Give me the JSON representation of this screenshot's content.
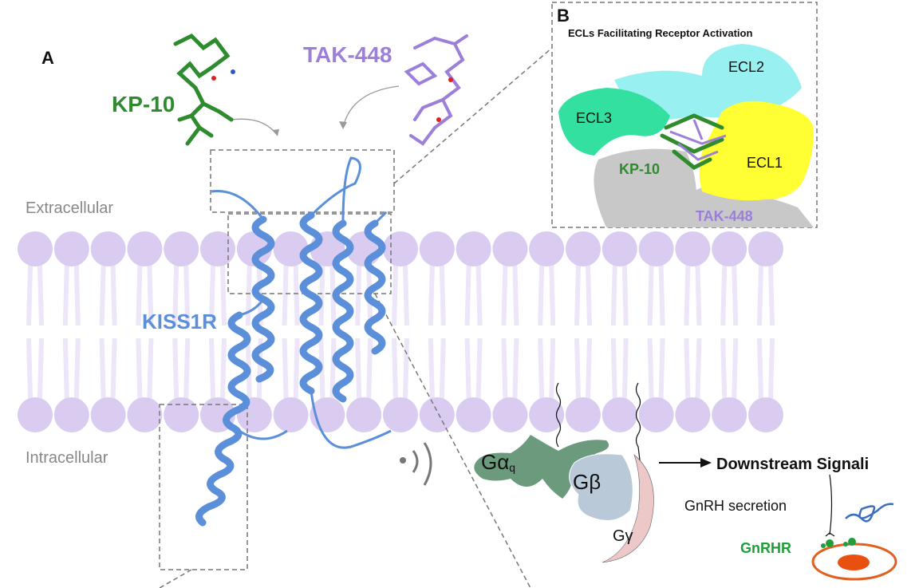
{
  "panel_a": {
    "label": "A",
    "ligand1": "KP-10",
    "ligand2": "TAK-448",
    "extracellular": "Extracellular",
    "intracellular": "Intracellular",
    "receptor": "KISS1R"
  },
  "panel_b": {
    "label": "B",
    "title": "ECLs Facilitating Receptor Activation",
    "ecl1": "ECL1",
    "ecl2": "ECL2",
    "ecl3": "ECL3",
    "ligand1": "KP-10",
    "ligand2": "TAK-448"
  },
  "gprotein": {
    "alpha": "Gα",
    "alpha_sub": "q",
    "beta": "Gβ",
    "gamma": "Gγ"
  },
  "signaling": {
    "downstream": "Downstream Signali",
    "secretion": "GnRH secretion",
    "receptor": "GnRHR"
  },
  "colors": {
    "kp10": "#2e8b2e",
    "tak448": "#9b7fd8",
    "kiss1r": "#5b8fd9",
    "membrane": "#d9ccf0",
    "galpha": "#6b9a7c",
    "gbeta": "#b9c9d8",
    "ggamma": "#ecc8c8",
    "ecl1": "#ffff33",
    "ecl2": "#99f0f0",
    "ecl3": "#33e0a0"
  }
}
